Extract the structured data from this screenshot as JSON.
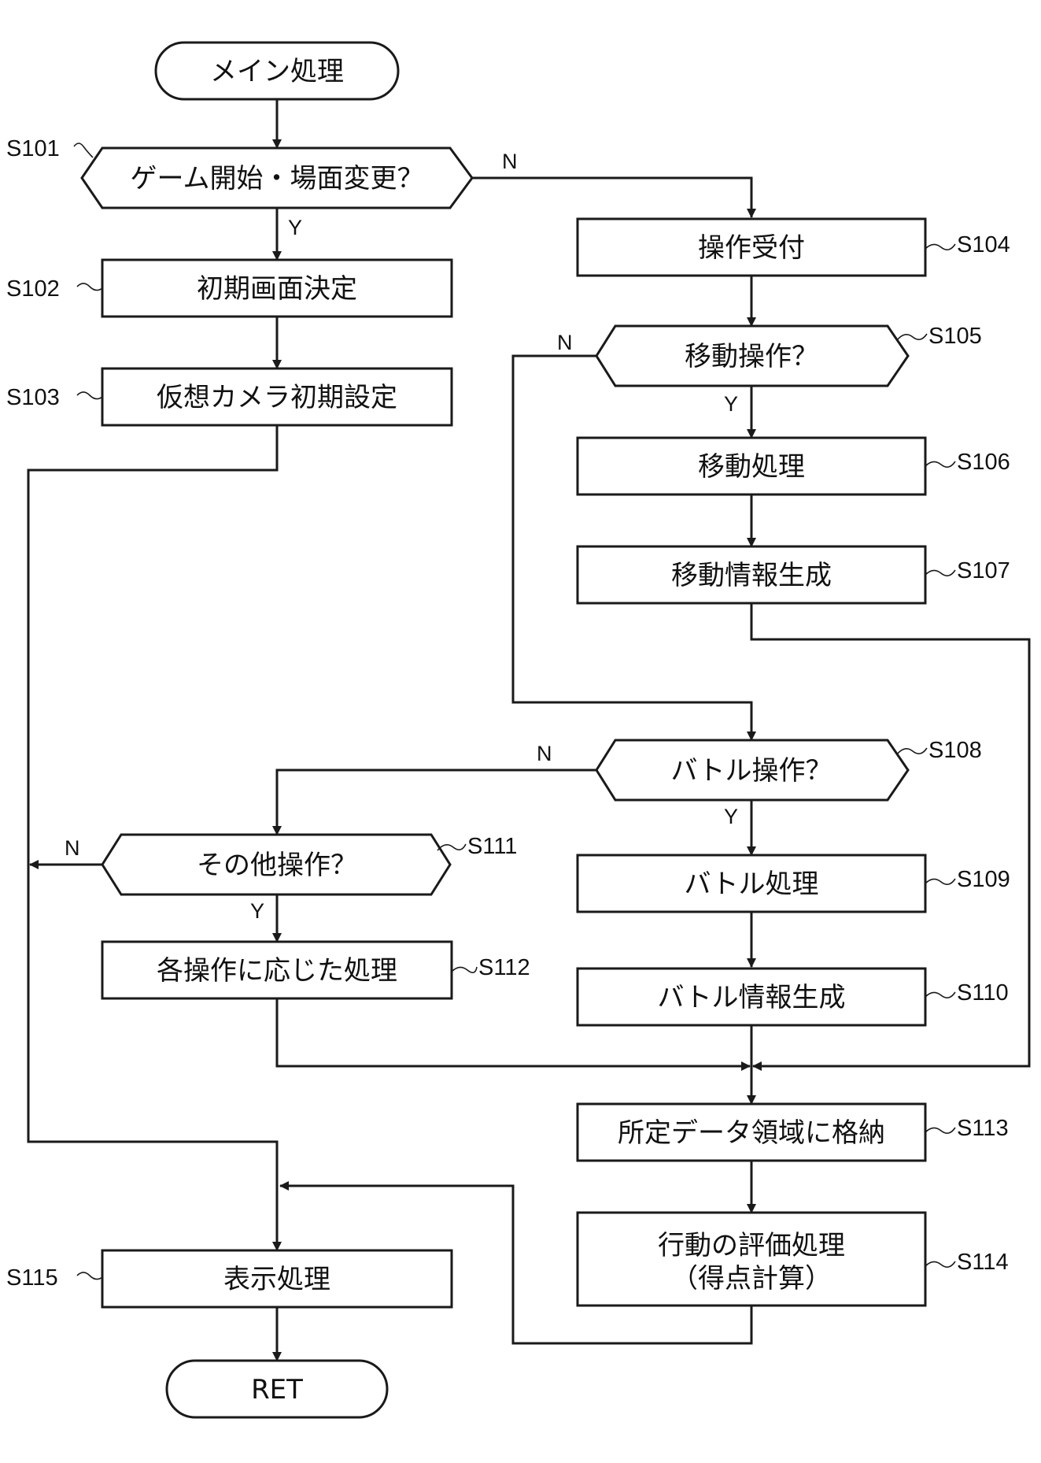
{
  "nodes": {
    "start": "メイン処理",
    "s101": "ゲーム開始・場面変更？",
    "s102": "初期画面決定",
    "s103": "仮想カメラ初期設定",
    "s104": "操作受付",
    "s105": "移動操作？",
    "s106": "移動処理",
    "s107": "移動情報生成",
    "s108": "バトル操作？",
    "s109": "バトル処理",
    "s110": "バトル情報生成",
    "s111": "その他操作？",
    "s112": "各操作に応じた処理",
    "s113": "所定データ領域に格納",
    "s114_line1": "行動の評価処理",
    "s114_line2": "（得点計算）",
    "s115": "表示処理",
    "end": "RET"
  },
  "step_labels": {
    "s101": "S101",
    "s102": "S102",
    "s103": "S103",
    "s104": "S104",
    "s105": "S105",
    "s106": "S106",
    "s107": "S107",
    "s108": "S108",
    "s109": "S109",
    "s110": "S110",
    "s111": "S111",
    "s112": "S112",
    "s113": "S113",
    "s114": "S114",
    "s115": "S115"
  },
  "branches": {
    "s101_yes": "Y",
    "s101_no": "N",
    "s105_yes": "Y",
    "s105_no": "N",
    "s108_yes": "Y",
    "s108_no": "N",
    "s111_yes": "Y",
    "s111_no": "N"
  }
}
